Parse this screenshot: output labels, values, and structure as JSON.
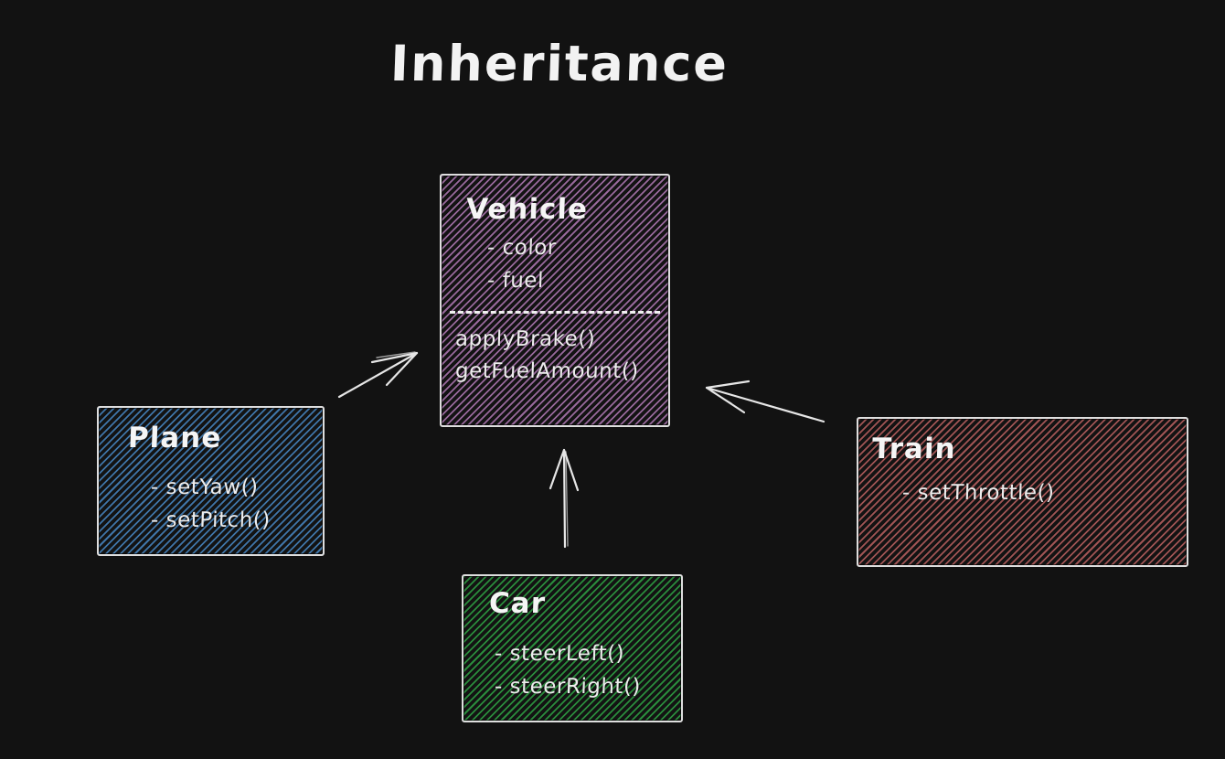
{
  "diagram": {
    "title": "Inheritance",
    "background_color": "#121212",
    "stroke_color": "#dedede",
    "arrow_color": "#e6e6e6",
    "text_color": "#f0f0f0"
  },
  "classes": [
    {
      "name": "Vehicle",
      "hatch_color": "#97689b",
      "attributes": [
        "- color",
        "- fuel"
      ],
      "methods": [
        "applyBrake()",
        "getFuelAmount()"
      ]
    },
    {
      "name": "Plane",
      "hatch_color": "#3f75a8",
      "attributes": [],
      "methods": [
        "- setYaw()",
        "- setPitch()"
      ]
    },
    {
      "name": "Car",
      "hatch_color": "#2a8c3c",
      "attributes": [],
      "methods": [
        "- steerLeft()",
        "- steerRight()"
      ]
    },
    {
      "name": "Train",
      "hatch_color": "#a05454",
      "attributes": [],
      "methods": [
        "- setThrottle()"
      ]
    }
  ],
  "relations": [
    {
      "from": "Plane",
      "to": "Vehicle",
      "type": "inherits"
    },
    {
      "from": "Car",
      "to": "Vehicle",
      "type": "inherits"
    },
    {
      "from": "Train",
      "to": "Vehicle",
      "type": "inherits"
    }
  ]
}
